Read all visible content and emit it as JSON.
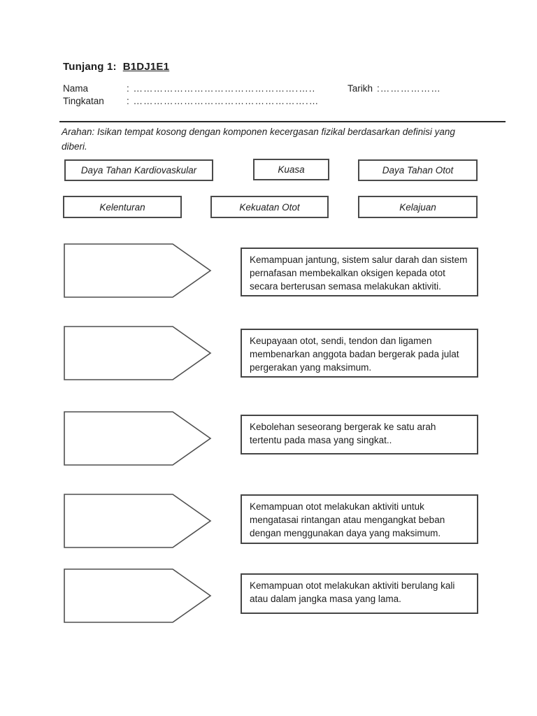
{
  "header": {
    "title_prefix": "Tunjang 1:",
    "title_code": "B1DJ1E1",
    "nama_label": "Nama",
    "nama_line": ": ………………………………………….…..",
    "tingkatan_label": "Tingkatan",
    "tingkatan_line": ": …………………………………………….…",
    "tarikh_label": "Tarikh",
    "tarikh_line": ":………………"
  },
  "instruction": "Arahan: Isikan tempat kosong dengan komponen kecergasan fizikal berdasarkan definisi yang diberi.",
  "answer_bank": [
    "Daya Tahan Kardiovaskular",
    "Kuasa",
    "Daya Tahan Otot",
    "Kelenturan",
    "Kekuatan Otot",
    "Kelajuan"
  ],
  "definitions": [
    "Kemampuan jantung, sistem salur darah dan sistem pernafasan membekalkan oksigen kepada otot secara berterusan semasa melakukan aktiviti.",
    "Keupayaan otot, sendi, tendon dan ligamen membenarkan anggota badan bergerak pada julat pergerakan yang maksimum.",
    "Kebolehan seseorang bergerak ke satu arah tertentu pada masa yang singkat..",
    "Kemampuan otot melakukan aktiviti untuk mengatasai rintangan atau mengangkat beban dengan menggunakan daya yang maksimum.",
    "Kemampuan otot melakukan aktiviti berulang kali atau dalam jangka masa yang lama."
  ],
  "colors": {
    "page_bg": "#ffffff",
    "ink": "#1d1d1d",
    "box_border": "#4a4a4a"
  }
}
